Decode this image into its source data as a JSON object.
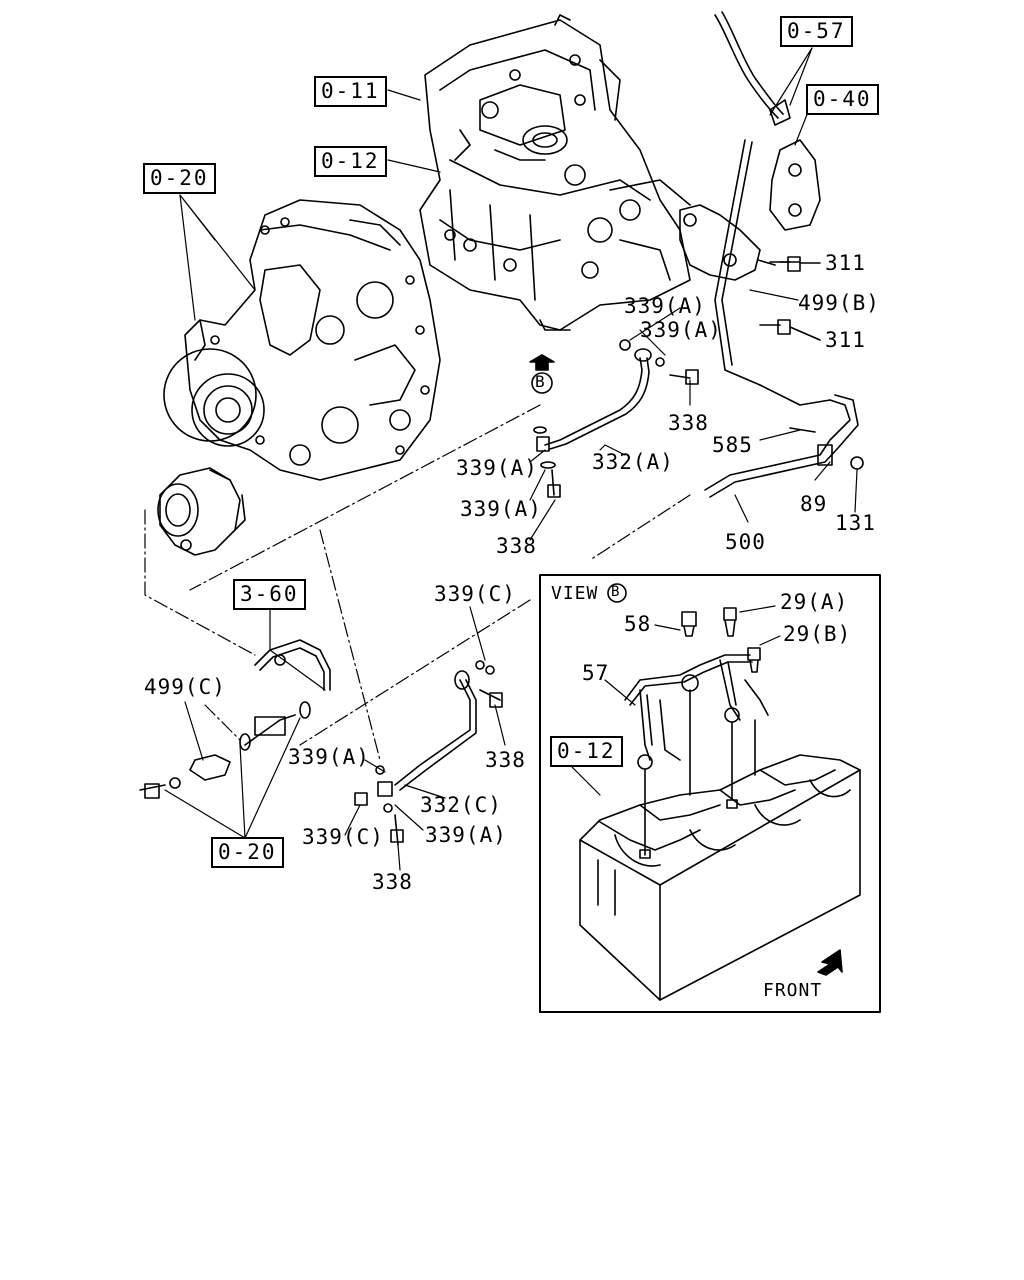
{
  "ref_boxes": {
    "r_0_57": "0-57",
    "r_0_11": "0-11",
    "r_0_40": "0-40",
    "r_0_12_top": "0-12",
    "r_0_20_top": "0-20",
    "r_3_60": "3-60",
    "r_0_12_view": "0-12",
    "r_0_20_bottom": "0-20"
  },
  "part_labels": {
    "p311_a": "311",
    "p311_b": "311",
    "p499b": "499(B)",
    "p339a_1": "339(A)",
    "p339a_2": "339(A)",
    "p338_1": "338",
    "p585": "585",
    "p339a_3": "339(A)",
    "p332a": "332(A)",
    "p339a_4": "339(A)",
    "p89": "89",
    "p131": "131",
    "p338_2": "338",
    "p500": "500",
    "p339c_1": "339(C)",
    "p499c": "499(C)",
    "p339a_5": "339(A)",
    "p338_3": "338",
    "p332c": "332(C)",
    "p339c_2": "339(C)",
    "p339a_6": "339(A)",
    "p338_4": "338",
    "p29a": "29(A)",
    "p58": "58",
    "p29b": "29(B)",
    "p57": "57"
  },
  "view": {
    "title": "VIEW",
    "marker": "B",
    "front": "FRONT"
  },
  "arrow_marker": "B"
}
